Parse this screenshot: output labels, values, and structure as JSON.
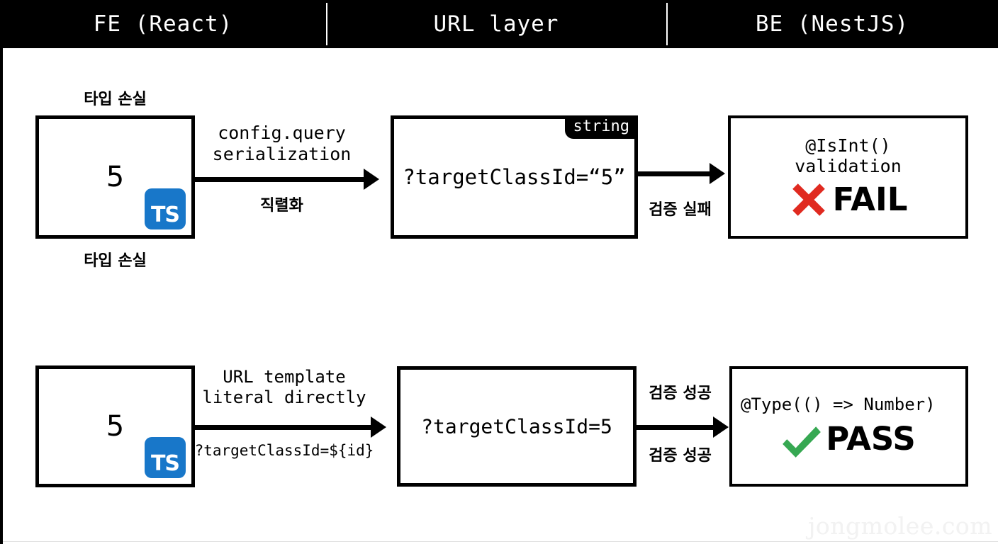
{
  "header": {
    "columns": [
      {
        "label": "FE (React)",
        "name": "fe-react"
      },
      {
        "label": "URL layer",
        "name": "url-layer"
      },
      {
        "label": "BE (NestJS)",
        "name": "be-nestjs"
      }
    ]
  },
  "rows": [
    {
      "id": "failing-flow",
      "fe": {
        "value": "5",
        "badge": "TS",
        "label_above": "타입 손실",
        "label_below": "타입 손실"
      },
      "arrow_fe_to_url": {
        "label_above": "config.query\nserialization",
        "label_below": "직렬화"
      },
      "url": {
        "text": "?targetClassId=“5”",
        "tag": "string"
      },
      "arrow_url_to_be": {
        "label_above": "",
        "label_below": "검증 실패"
      },
      "be": {
        "code": "@IsInt()\nvalidation",
        "verdict": "FAIL",
        "verdict_icon": "x-mark-icon",
        "verdict_color": "#E02A20"
      }
    },
    {
      "id": "passing-flow",
      "fe": {
        "value": "5",
        "badge": "TS",
        "label_above": "",
        "label_below": ""
      },
      "arrow_fe_to_url": {
        "label_above": "URL template\nliteral directly",
        "label_below": "?targetClassId=${id}"
      },
      "url": {
        "text": "?targetClassId=5",
        "tag": ""
      },
      "arrow_url_to_be": {
        "label_above": "검증 성공",
        "label_below": "검증 성공"
      },
      "be": {
        "code": "@Type(() => Number)",
        "verdict": "PASS",
        "verdict_icon": "check-mark-icon",
        "verdict_color": "#36A852"
      }
    }
  ],
  "watermark": "jongmolee.com",
  "colors": {
    "ts_blue": "#1877c9",
    "fail_red": "#E02A20",
    "pass_green": "#36A852",
    "header_bg": "#000000",
    "stroke": "#000000"
  }
}
